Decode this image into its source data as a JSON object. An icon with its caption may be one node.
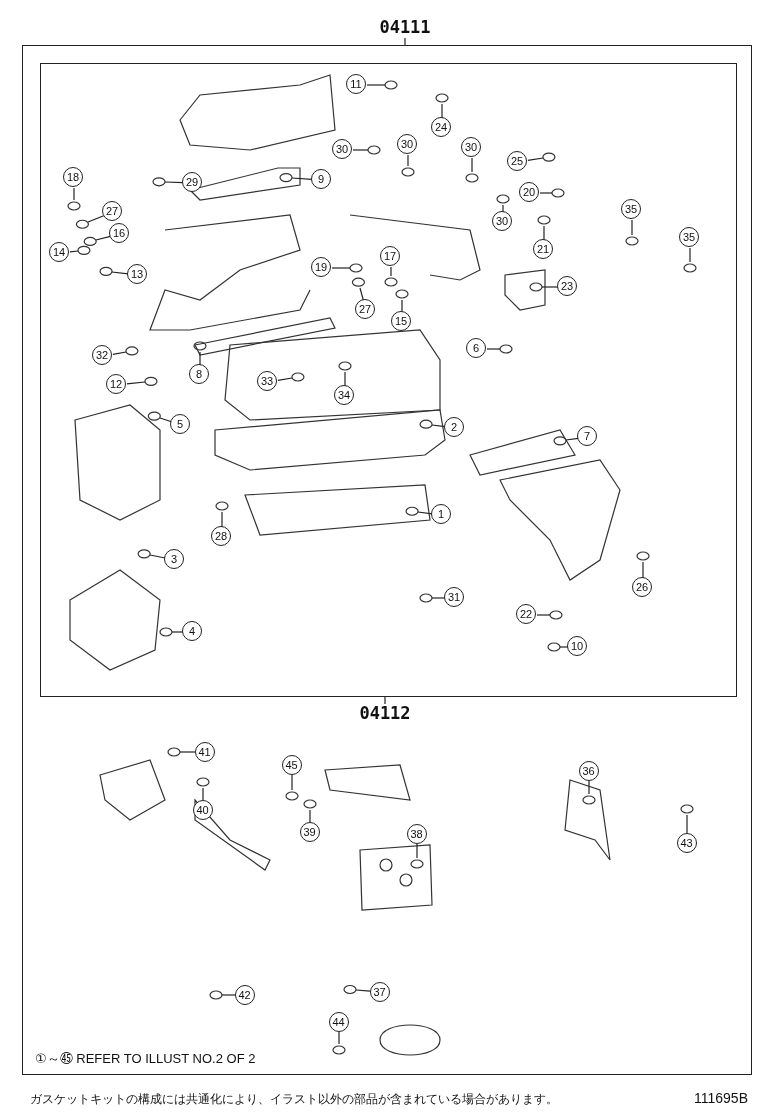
{
  "diagram": {
    "nodes": [
      {
        "text": [
          "04111"
        ]
      },
      {
        "text": [
          "04112"
        ],
        "in": 0
      },
      {
        "text": [
          "11"
        ],
        "in": 1
      },
      {
        "text": [
          "24"
        ],
        "in": 1
      },
      {
        "text": [
          "30"
        ],
        "in": 1
      },
      {
        "text": [
          "30"
        ],
        "in": 1
      },
      {
        "text": [
          "30"
        ],
        "in": 1
      },
      {
        "text": [
          "25"
        ],
        "in": 1
      },
      {
        "text": [
          "29"
        ],
        "in": 1
      },
      {
        "text": [
          "9"
        ],
        "in": 1
      },
      {
        "text": [
          "18"
        ],
        "in": 1
      },
      {
        "text": [
          "27"
        ],
        "in": 1
      },
      {
        "text": [
          "20"
        ],
        "in": 1
      },
      {
        "text": [
          "30"
        ],
        "in": 1
      },
      {
        "text": [
          "35"
        ],
        "in": 1
      },
      {
        "text": [
          "16"
        ],
        "in": 1
      },
      {
        "text": [
          "35"
        ],
        "in": 1
      },
      {
        "text": [
          "14"
        ],
        "in": 1
      },
      {
        "text": [
          "21"
        ],
        "in": 1
      },
      {
        "text": [
          "13"
        ],
        "in": 1
      },
      {
        "text": [
          "19"
        ],
        "in": 1
      },
      {
        "text": [
          "17"
        ],
        "in": 1
      },
      {
        "text": [
          "27"
        ],
        "in": 1
      },
      {
        "text": [
          "15"
        ],
        "in": 1
      },
      {
        "text": [
          "23"
        ],
        "in": 1
      },
      {
        "text": [
          "6"
        ],
        "in": 1
      },
      {
        "text": [
          "8"
        ],
        "in": 1
      },
      {
        "text": [
          "32"
        ],
        "in": 1
      },
      {
        "text": [
          "12"
        ],
        "in": 1
      },
      {
        "text": [
          "33"
        ],
        "in": 1
      },
      {
        "text": [
          "34"
        ],
        "in": 1
      },
      {
        "text": [
          "5"
        ],
        "in": 1
      },
      {
        "text": [
          "2"
        ],
        "in": 1
      },
      {
        "text": [
          "7"
        ],
        "in": 1
      },
      {
        "text": [
          "1"
        ],
        "in": 1
      },
      {
        "text": [
          "28"
        ],
        "in": 1
      },
      {
        "text": [
          "3"
        ],
        "in": 1
      },
      {
        "text": [
          "31"
        ],
        "in": 1
      },
      {
        "text": [
          "26"
        ],
        "in": 1
      },
      {
        "text": [
          "22"
        ],
        "in": 1
      },
      {
        "text": [
          "4"
        ],
        "in": 1
      },
      {
        "text": [
          "10"
        ],
        "in": 1
      },
      {
        "text": [
          "41"
        ],
        "in": 0
      },
      {
        "text": [
          "45"
        ],
        "in": 0
      },
      {
        "text": [
          "40"
        ],
        "in": 0
      },
      {
        "text": [
          "39"
        ],
        "in": 0
      },
      {
        "text": [
          "36"
        ],
        "in": 0
      },
      {
        "text": [
          "43"
        ],
        "in": 0
      },
      {
        "text": [
          "38"
        ],
        "in": 0
      },
      {
        "text": [
          "42"
        ],
        "in": 0
      },
      {
        "text": [
          "37"
        ],
        "in": 0
      },
      {
        "text": [
          "44"
        ],
        "in": 0
      }
    ],
    "edges": [
      {
        "from": 2,
        "to": null,
        "arrow": "none"
      },
      {
        "from": 3,
        "to": null,
        "arrow": "none"
      },
      {
        "from": 4,
        "to": null,
        "arrow": "none"
      },
      {
        "from": 5,
        "to": null,
        "arrow": "none"
      },
      {
        "from": 6,
        "to": null,
        "arrow": "none"
      },
      {
        "from": 7,
        "to": null,
        "arrow": "none"
      },
      {
        "from": 8,
        "to": null,
        "arrow": "none"
      },
      {
        "from": 9,
        "to": null,
        "arrow": "none"
      },
      {
        "from": 10,
        "to": null,
        "arrow": "none"
      },
      {
        "from": 11,
        "to": null,
        "arrow": "none"
      },
      {
        "from": 12,
        "to": null,
        "arrow": "none"
      },
      {
        "from": 13,
        "to": null,
        "arrow": "none"
      },
      {
        "from": 14,
        "to": null,
        "arrow": "none"
      },
      {
        "from": 15,
        "to": null,
        "arrow": "none"
      },
      {
        "from": 16,
        "to": null,
        "arrow": "none"
      },
      {
        "from": 17,
        "to": null,
        "arrow": "none"
      },
      {
        "from": 18,
        "to": null,
        "arrow": "none"
      },
      {
        "from": 19,
        "to": null,
        "arrow": "none"
      },
      {
        "from": 20,
        "to": null,
        "arrow": "none"
      },
      {
        "from": 21,
        "to": null,
        "arrow": "none"
      },
      {
        "from": 22,
        "to": null,
        "arrow": "none"
      },
      {
        "from": 23,
        "to": null,
        "arrow": "none"
      },
      {
        "from": 24,
        "to": null,
        "arrow": "none"
      },
      {
        "from": 25,
        "to": null,
        "arrow": "none"
      },
      {
        "from": 26,
        "to": null,
        "arrow": "none"
      },
      {
        "from": 27,
        "to": null,
        "arrow": "none"
      },
      {
        "from": 28,
        "to": null,
        "arrow": "none"
      },
      {
        "from": 29,
        "to": null,
        "arrow": "none"
      },
      {
        "from": 30,
        "to": null,
        "arrow": "none"
      },
      {
        "from": 31,
        "to": null,
        "arrow": "none"
      },
      {
        "from": 32,
        "to": null,
        "arrow": "none"
      },
      {
        "from": 33,
        "to": null,
        "arrow": "none"
      },
      {
        "from": 34,
        "to": null,
        "arrow": "none"
      },
      {
        "from": 35,
        "to": null,
        "arrow": "none"
      },
      {
        "from": 36,
        "to": null,
        "arrow": "none"
      },
      {
        "from": 37,
        "to": null,
        "arrow": "none"
      },
      {
        "from": 38,
        "to": null,
        "arrow": "none"
      },
      {
        "from": 39,
        "to": null,
        "arrow": "none"
      },
      {
        "from": 40,
        "to": null,
        "arrow": "none"
      },
      {
        "from": 41,
        "to": null,
        "arrow": "none"
      },
      {
        "from": 42,
        "to": null,
        "arrow": "none"
      },
      {
        "from": 43,
        "to": null,
        "arrow": "none"
      },
      {
        "from": 44,
        "to": null,
        "arrow": "none"
      },
      {
        "from": 45,
        "to": null,
        "arrow": "none"
      },
      {
        "from": 46,
        "to": null,
        "arrow": "none"
      },
      {
        "from": 47,
        "to": null,
        "arrow": "none"
      },
      {
        "from": 48,
        "to": null,
        "arrow": "none"
      },
      {
        "from": 49,
        "to": null,
        "arrow": "none"
      },
      {
        "from": 50,
        "to": null,
        "arrow": "none"
      },
      {
        "from": 51,
        "to": null,
        "arrow": "none"
      }
    ],
    "labels": [
      "①～㊺ REFER TO ILLUST NO.2 OF 2",
      "ガスケットキットの構成には共通化により、イラスト以外の部品が含まれている場合があります。",
      "111695B"
    ]
  }
}
